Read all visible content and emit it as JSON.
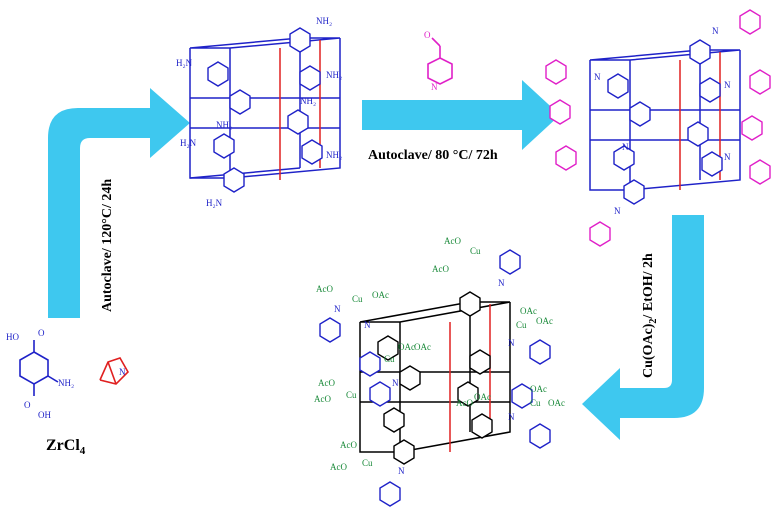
{
  "labels": {
    "step1": "Autoclave/ 120°C/ 24h",
    "step2": "Autoclave/ 80 °C/ 72h",
    "step3_pre": "Cu(OAc)",
    "step3_sub": "2",
    "step3_post": "/ EtOH/ 2h",
    "reagent_main": "ZrCl",
    "reagent_sub": "4"
  },
  "chem_text": {
    "nh2": "NH₂",
    "h2n": "H₂N",
    "ho": "HO",
    "oh": "OH",
    "o": "O",
    "n": "N",
    "cu": "Cu",
    "aco": "AcO",
    "oac": "OAc"
  },
  "colors": {
    "arrow": "#3ec8ef",
    "blue": "#1f22c8",
    "red": "#e02020",
    "pink": "#e020c8",
    "green": "#1a8a3a"
  }
}
